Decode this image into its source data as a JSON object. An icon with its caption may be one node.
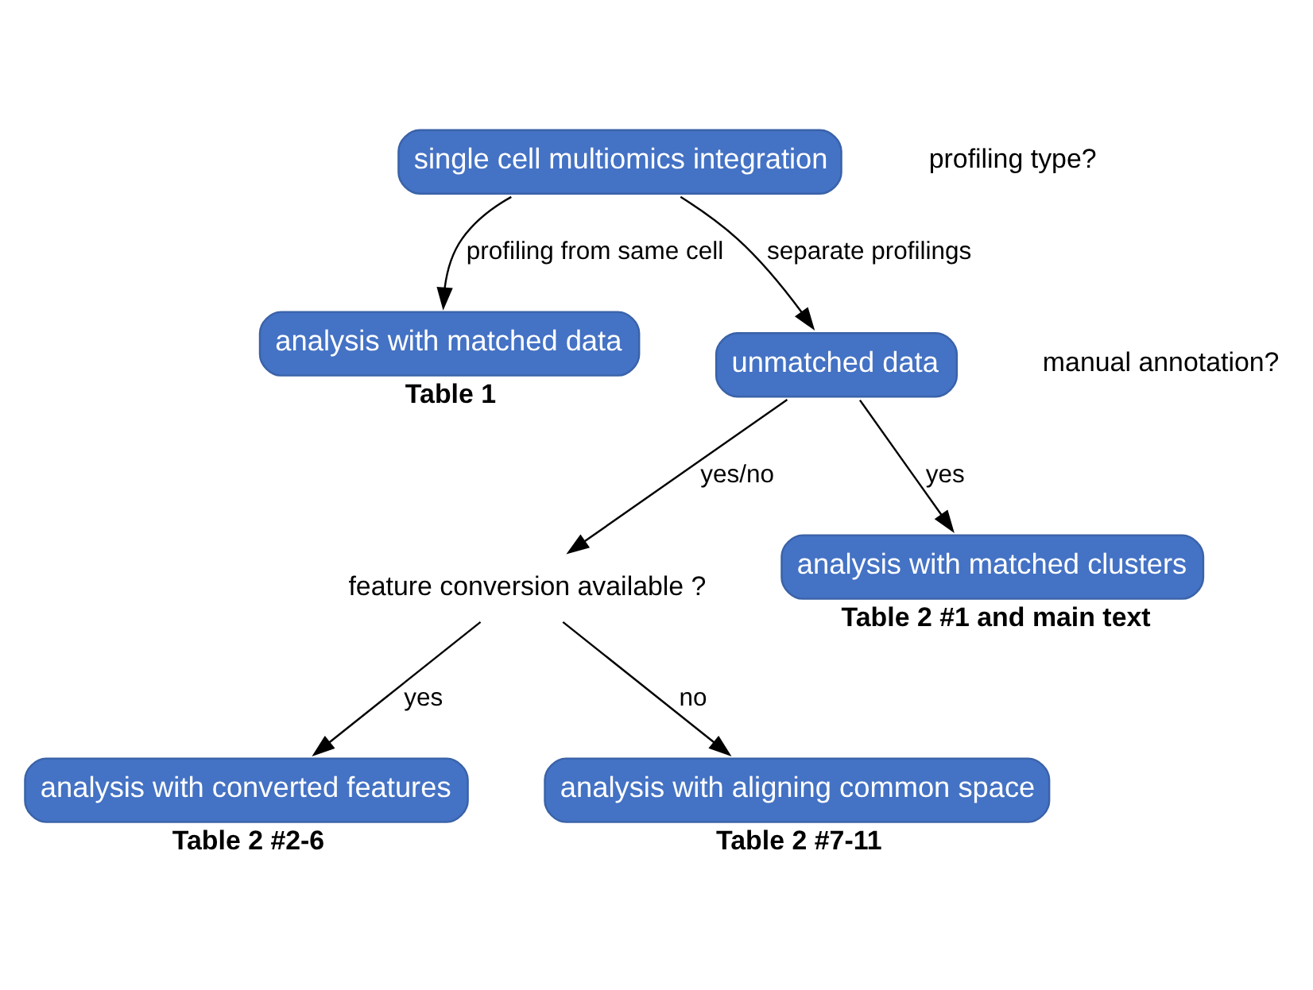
{
  "diagram": {
    "nodes": [
      {
        "text": [
          "single cell multiomics integration"
        ]
      },
      {
        "text": [
          "analysis with matched data"
        ],
        "beside": [
          "Table 1"
        ]
      },
      {
        "text": [
          "unmatched data"
        ]
      },
      {
        "text": [
          "feature conversion available ?"
        ]
      },
      {
        "text": [
          "analysis with matched clusters"
        ],
        "beside": [
          "Table 2 #1 and main text"
        ]
      },
      {
        "text": [
          "analysis with converted features"
        ],
        "beside": [
          "Table 2 #2-6"
        ]
      },
      {
        "text": [
          "analysis with aligning common space"
        ],
        "beside": [
          "Table 2 #7-11"
        ]
      }
    ],
    "edges": [
      {
        "from": 0,
        "to": 1,
        "arrow": "to",
        "label": "profiling from same cell"
      },
      {
        "from": 0,
        "to": 2,
        "arrow": "to",
        "label": "separate profilings"
      },
      {
        "from": 2,
        "to": 3,
        "arrow": "to",
        "label": "yes/no"
      },
      {
        "from": 2,
        "to": 4,
        "arrow": "to",
        "label": "yes"
      },
      {
        "from": 3,
        "to": 5,
        "arrow": "to",
        "label": "yes"
      },
      {
        "from": 3,
        "to": 6,
        "arrow": "to",
        "label": "no"
      }
    ],
    "labels": [
      "profiling type?",
      "manual annotation?"
    ]
  }
}
